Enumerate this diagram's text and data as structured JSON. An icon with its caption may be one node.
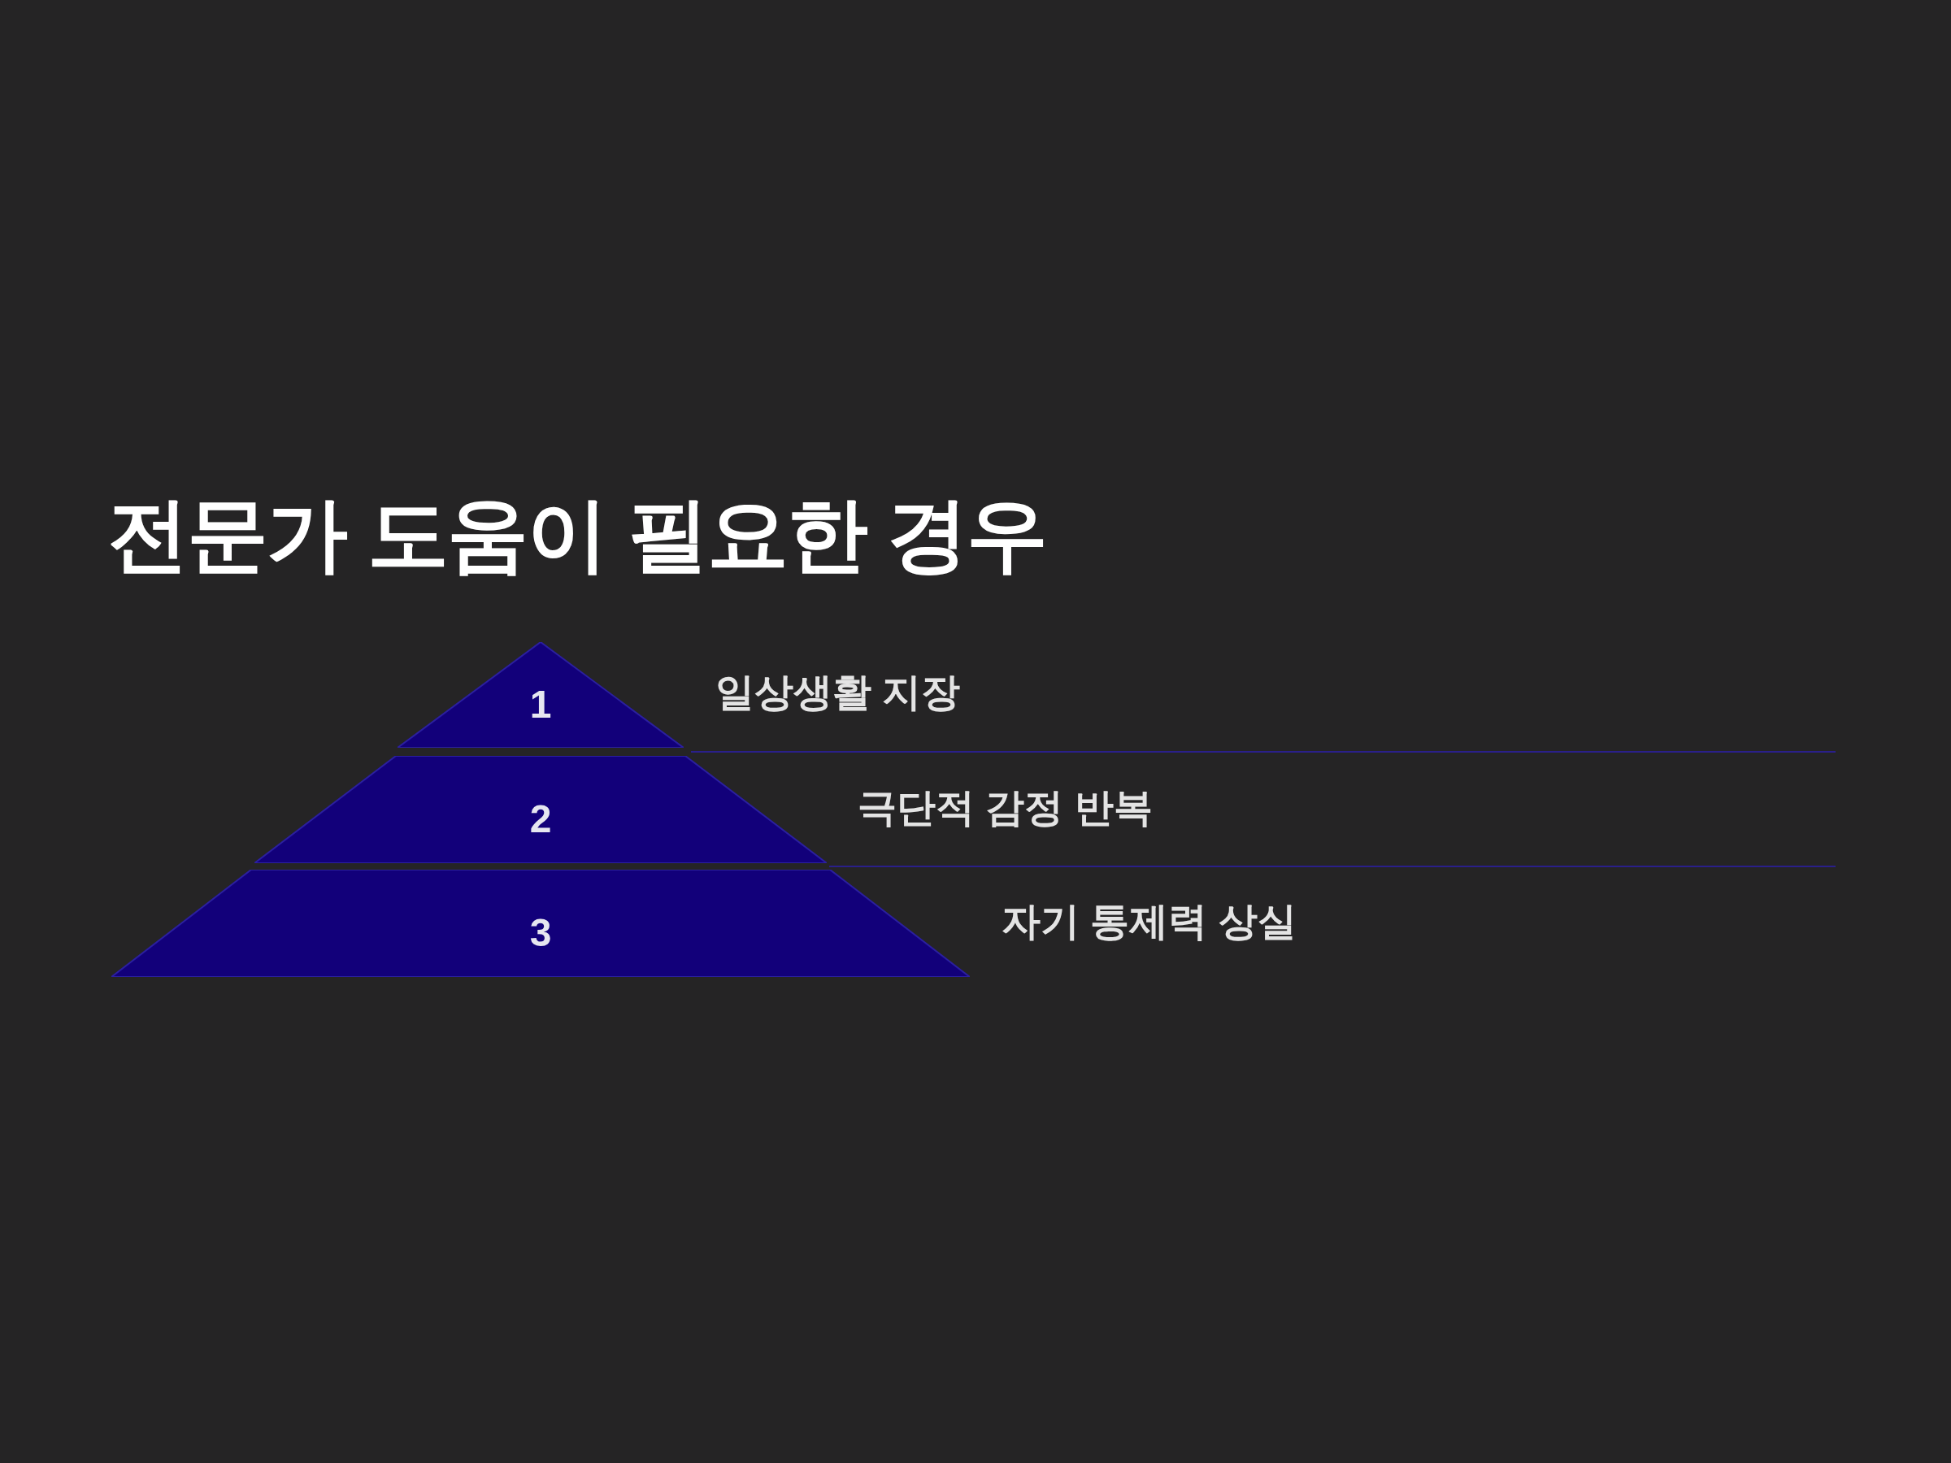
{
  "diagram": {
    "title": "전문가 도움이 필요한 경우",
    "nodes": [
      {
        "text": [
          "1"
        ],
        "beside": [
          "일상생활 지장"
        ]
      },
      {
        "text": [
          "2"
        ],
        "beside": [
          "극단적 감정 반복"
        ]
      },
      {
        "text": [
          "3"
        ],
        "beside": [
          "자기 통제력 상실"
        ]
      }
    ],
    "edges": []
  }
}
